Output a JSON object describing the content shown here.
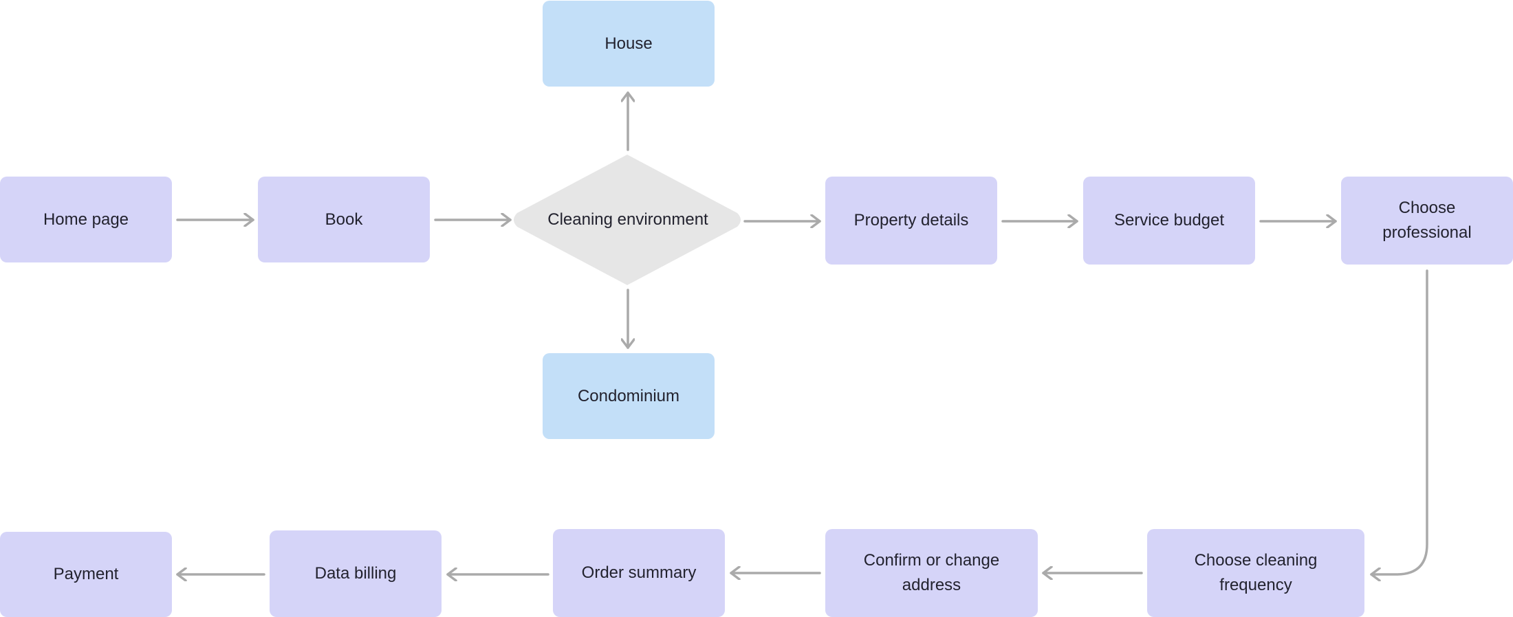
{
  "nodes": {
    "home_page": "Home page",
    "book": "Book",
    "cleaning_environment": "Cleaning environment",
    "house": "House",
    "condominium": "Condominium",
    "property_details": "Property details",
    "service_budget": "Service budget",
    "choose_professional": "Choose professional",
    "choose_cleaning_frequency": "Choose cleaning frequency",
    "confirm_or_change_address": "Confirm or change address",
    "order_summary": "Order summary",
    "data_billing": "Data billing",
    "payment": "Payment"
  },
  "colors": {
    "step_fill": "#d5d4f8",
    "option_fill": "#c3dff8",
    "decision_fill": "#e6e6e6",
    "connector": "#aaaaaa",
    "text": "#22222e"
  }
}
